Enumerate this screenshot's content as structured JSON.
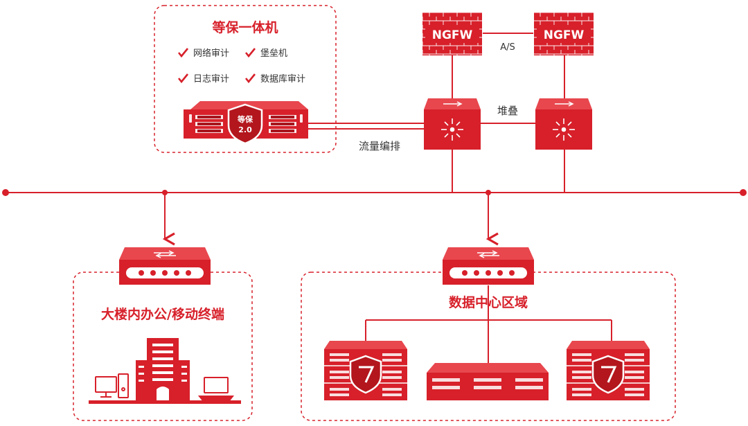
{
  "compliance_box": {
    "title": "等保一体机",
    "features": [
      "网络审计",
      "堡垒机",
      "日志审计",
      "数据库审计"
    ],
    "badge_line1": "等保",
    "badge_line2": "2.0"
  },
  "firewalls": {
    "label": "NGFW",
    "mode": "A/S"
  },
  "switches": {
    "stack_label": "堆叠"
  },
  "traffic_label": "流量编排",
  "office_zone": {
    "title": "大楼内办公/移动终端"
  },
  "datacenter_zone": {
    "title": "数据中心区域"
  },
  "colors": {
    "primary": "#d7202a",
    "dark": "#a8161e",
    "light": "#f07a80"
  }
}
